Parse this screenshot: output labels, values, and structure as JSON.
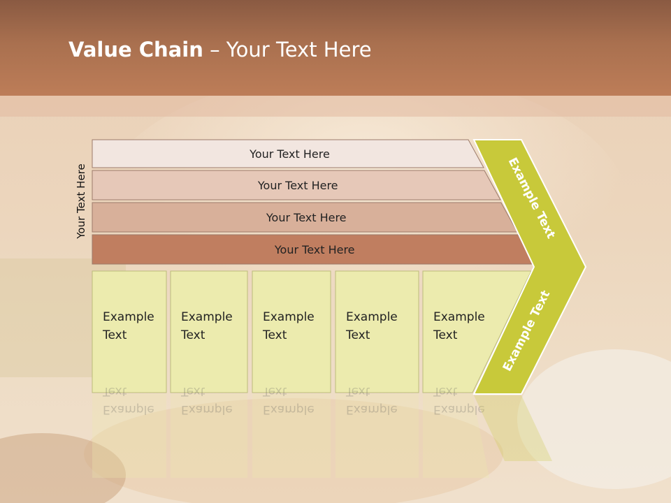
{
  "header": {
    "title_bold": "Value Chain",
    "title_rest": " – Your Text Here"
  },
  "side_label": "Your Text Here",
  "rows": [
    {
      "label": "Your Text Here",
      "fill": "#f2e6e0"
    },
    {
      "label": "Your Text Here",
      "fill": "#e6c8b8"
    },
    {
      "label": "Your Text Here",
      "fill": "#d8b09a"
    },
    {
      "label": "Your Text Here",
      "fill": "#c07e60"
    }
  ],
  "columns": [
    {
      "line1": "Example",
      "line2": "Text"
    },
    {
      "line1": "Example",
      "line2": "Text"
    },
    {
      "line1": "Example",
      "line2": "Text"
    },
    {
      "line1": "Example",
      "line2": "Text"
    },
    {
      "line1": "Example",
      "line2": "Text"
    }
  ],
  "chevron": {
    "upper_label": "Example Text",
    "lower_label": "Example Text",
    "fill": "#c8c93a"
  },
  "colors": {
    "header": "#b0744f",
    "column_fill": "#ecebae",
    "column_stroke": "#bcbc7a"
  }
}
